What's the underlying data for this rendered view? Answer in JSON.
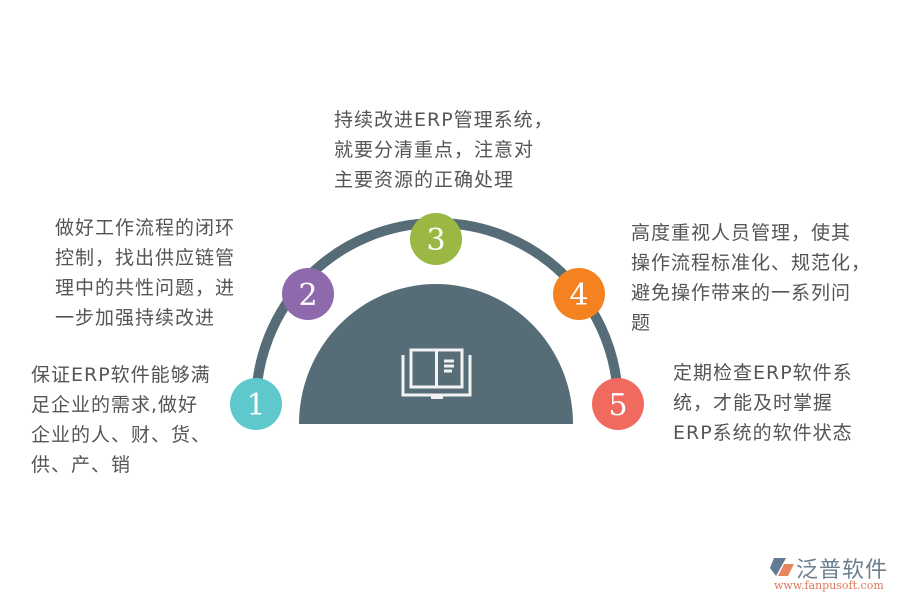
{
  "diagram": {
    "title": "",
    "center_icon": "open-book-icon",
    "colors": {
      "arc": "#566d78",
      "semicircle": "#566d78",
      "text": "#555555"
    },
    "steps": [
      {
        "number": "1",
        "color": "#5fc8cc",
        "text": "保证ERP软件能够满\n足企业的需求,做好\n企业的人、财、货、\n供、产、销"
      },
      {
        "number": "2",
        "color": "#8e6aad",
        "text": "做好工作流程的闭环\n控制，找出供应链管\n理中的共性问题，进\n一步加强持续改进"
      },
      {
        "number": "3",
        "color": "#9ab843",
        "text": "持续改进ERP管理系统，\n就要分清重点，注意对\n主要资源的正确处理"
      },
      {
        "number": "4",
        "color": "#f58220",
        "text": "高度重视人员管理，使其\n操作流程标准化、规范化，\n避免操作带来的一系列问\n题"
      },
      {
        "number": "5",
        "color": "#f06a60",
        "text": "定期检查ERP软件系\n统，才能及时掌握\nERP系统的软件状态"
      }
    ]
  },
  "logo": {
    "name": "泛普软件",
    "url": "www.fanpusoft.com",
    "icon": "fanpu-logo-icon",
    "colors": {
      "icon_blue": "#5f7a92",
      "icon_orange": "#e8855f"
    }
  }
}
